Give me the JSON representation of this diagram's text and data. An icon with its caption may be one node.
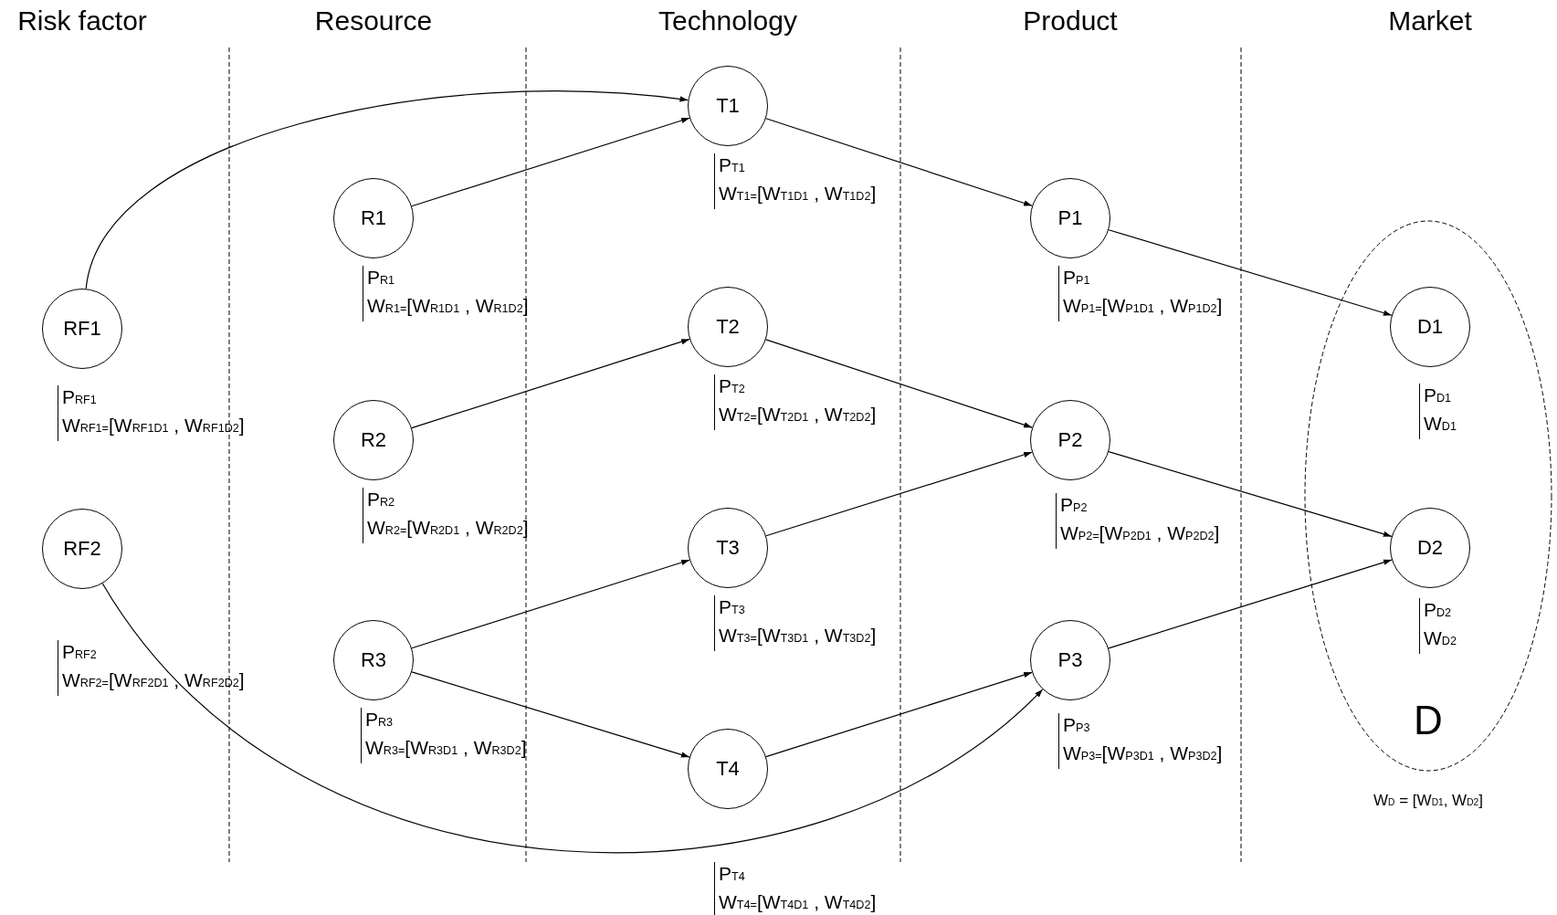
{
  "diagram": {
    "nodes": [
      {
        "text": [
          "RF1"
        ],
        "beside": [
          "P$_{RF1}$",
          "W$_{RF1=}$[W$_{RF1D1}$ , W$_{RF1D2}$]"
        ]
      },
      {
        "text": [
          "RF2"
        ],
        "beside": [
          "P$_{RF2}$",
          "W$_{RF2=}$[W$_{RF2D1}$ , W$_{RF2D2}$]"
        ]
      },
      {
        "text": [
          "R1"
        ],
        "beside": [
          "P$_{R1}$",
          "W$_{R1=}$[W$_{R1D1}$ , W$_{R1D2}$]"
        ]
      },
      {
        "text": [
          "R2"
        ],
        "beside": [
          "P$_{R2}$",
          "W$_{R2=}$[W$_{R2D1}$ , W$_{R2D2}$]"
        ]
      },
      {
        "text": [
          "R3"
        ],
        "beside": [
          "P$_{R3}$",
          "W$_{R3=}$[W$_{R3D1}$ , W$_{R3D2}$]"
        ]
      },
      {
        "text": [
          "T1"
        ],
        "beside": [
          "P$_{T1}$",
          "W$_{T1=}$[W$_{T1D1}$ , W$_{T1D2}$]"
        ]
      },
      {
        "text": [
          "T2"
        ],
        "beside": [
          "P$_{T2}$",
          "W$_{T2=}$[W$_{T2D1}$ , W$_{T2D2}$]"
        ]
      },
      {
        "text": [
          "T3"
        ],
        "beside": [
          "P$_{T3}$",
          "W$_{T3=}$[W$_{T3D1}$ , W$_{T3D2}$]"
        ]
      },
      {
        "text": [
          "T4"
        ],
        "beside": [
          "P$_{T4}$",
          "W$_{T4=}$[W$_{T4D1}$ , W$_{T4D2}$]"
        ]
      },
      {
        "text": [
          "P1"
        ],
        "beside": [
          "P$_{P1}$",
          "W$_{P1=}$[W$_{P1D1}$ , W$_{P1D2}$]"
        ]
      },
      {
        "text": [
          "P2"
        ],
        "beside": [
          "P$_{P2}$",
          "W$_{P2=}$[W$_{P2D1}$ , W$_{P2D2}$]"
        ]
      },
      {
        "text": [
          "P3"
        ],
        "beside": [
          "P$_{P3}$",
          "W$_{P3=}$[W$_{P3D1}$ , W$_{P3D2}$]"
        ]
      },
      {
        "text": [
          "D"
        ],
        "beside": [
          "W$_{D}$ = [W$_{D1}$, W$_{D2}$]"
        ]
      },
      {
        "text": [
          "D1"
        ],
        "in": 12,
        "beside": [
          "P$_{D1}$",
          "W$_{D1}$"
        ]
      },
      {
        "text": [
          "D2"
        ],
        "in": 12,
        "beside": [
          "P$_{D2}$",
          "W$_{D2}$"
        ]
      }
    ],
    "edges": [
      {
        "from": 0,
        "to": 5,
        "arrow": "to"
      },
      {
        "from": 2,
        "to": 5,
        "arrow": "to"
      },
      {
        "from": 3,
        "to": 6,
        "arrow": "to"
      },
      {
        "from": 4,
        "to": 7,
        "arrow": "to"
      },
      {
        "from": 4,
        "to": 8,
        "arrow": "to"
      },
      {
        "from": 1,
        "to": 11,
        "arrow": "to"
      },
      {
        "from": 5,
        "to": 9,
        "arrow": "to"
      },
      {
        "from": 6,
        "to": 10,
        "arrow": "to"
      },
      {
        "from": 7,
        "to": 10,
        "arrow": "to"
      },
      {
        "from": 8,
        "to": 11,
        "arrow": "to"
      },
      {
        "from": 9,
        "to": 13,
        "arrow": "to"
      },
      {
        "from": 10,
        "to": 14,
        "arrow": "to"
      },
      {
        "from": 11,
        "to": 14,
        "arrow": "to"
      }
    ],
    "labels": [
      "Risk factor",
      "Resource",
      "Technology",
      "Product",
      "Market"
    ]
  }
}
